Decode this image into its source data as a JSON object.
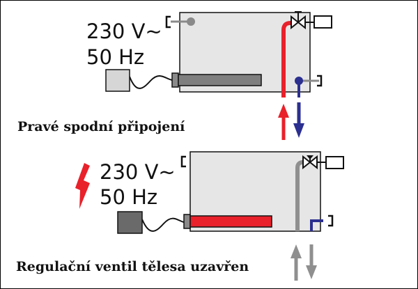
{
  "scenarios": [
    {
      "voltage": "230 V~",
      "frequency": "50 Hz",
      "caption": "Pravé spodní připojení",
      "heating_element_color": "#7f7f7f",
      "pipe_color": "#e8212b",
      "return_color": "#2b2f8f",
      "plug_color": "#d6d6d6",
      "warning_icon": "lightning-bolt-icon"
    },
    {
      "voltage": "230 V~",
      "frequency": "50 Hz",
      "caption": "Regulační ventil tělesa uzavřen",
      "heating_element_color": "#e8212b",
      "pipe_color": "#8f8f8f",
      "return_color": "#2b2f8f",
      "plug_color": "#6a6a6a",
      "warning_icon": "lightning-bolt-icon"
    }
  ]
}
